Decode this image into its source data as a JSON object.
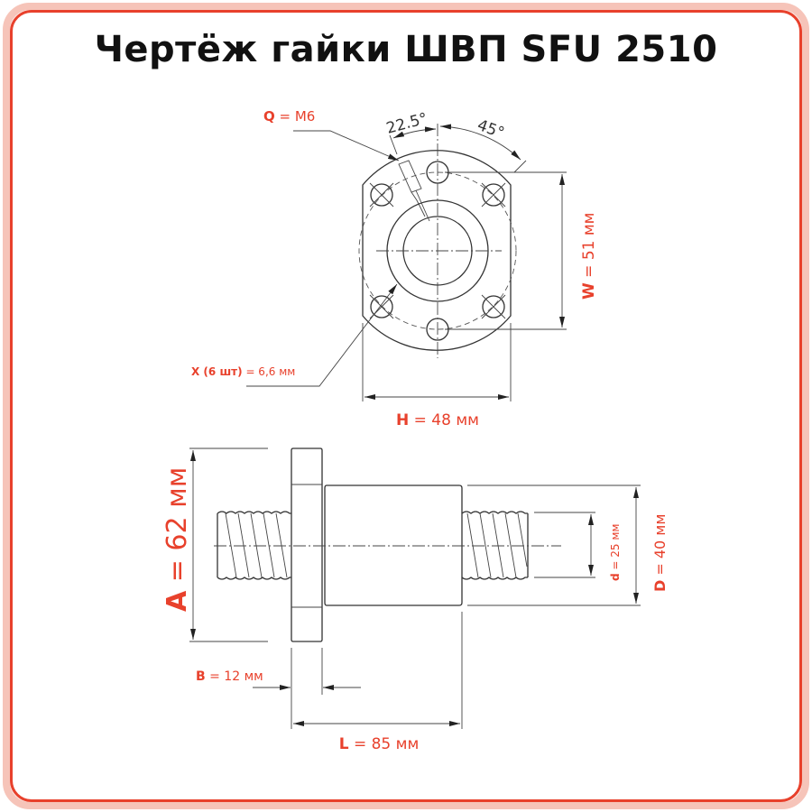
{
  "title": "Чертёж гайки ШВП SFU 2510",
  "colors": {
    "accent": "#e8412c",
    "frame": "#f6c4b9"
  },
  "top_view": {
    "angle_1": "22.5°",
    "angle_2": "45°",
    "q": {
      "letter": "Q",
      "value": " = M6"
    },
    "x": {
      "letter": "X (6 шт)",
      "value": " = 6,6 мм"
    },
    "w": {
      "letter": "W",
      "value": " = 51 мм"
    },
    "h": {
      "letter": "H",
      "value": " = 48 мм"
    }
  },
  "side_view": {
    "a": {
      "letter": "A",
      "value": " = 62 мм"
    },
    "d_small": {
      "letter": "d",
      "value": " = 25 мм"
    },
    "d_big": {
      "letter": "D",
      "value": " = 40 мм"
    },
    "b": {
      "letter": "B",
      "value": " = 12 мм"
    },
    "l": {
      "letter": "L",
      "value": " = 85 мм"
    }
  }
}
